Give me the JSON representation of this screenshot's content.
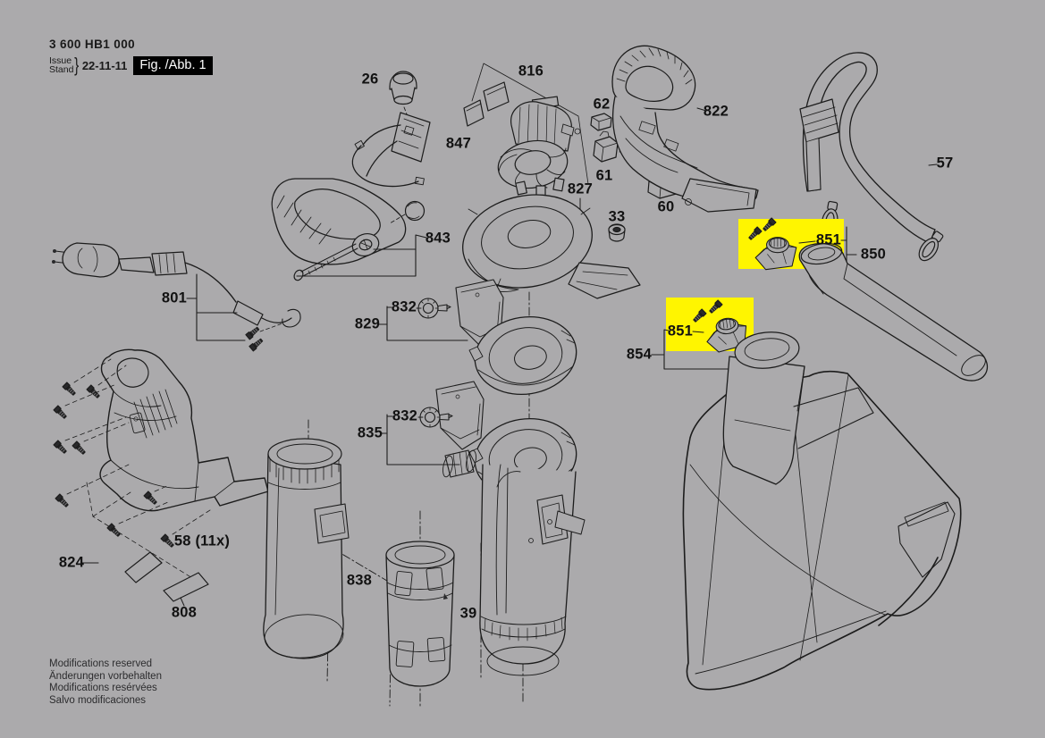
{
  "header": {
    "model": "3 600 HB1 000",
    "issue_label": "Issue",
    "stand_label": "Stand",
    "brace": "}",
    "date": "22-11-11",
    "figure": "Fig. /Abb. 1"
  },
  "footer": {
    "line1": "Modifications reserved",
    "line2": "Änderungen vorbehalten",
    "line3": "Modifications resérvées",
    "line4": "Salvo modificaciones"
  },
  "colors": {
    "background": "#ABAAAC",
    "line": "#1C1C1C",
    "highlight": "#FFF500",
    "figure_box_bg": "#000000",
    "figure_box_text": "#FFFFFF"
  },
  "parts": {
    "p26": {
      "label": "26"
    },
    "p847": {
      "label": "847"
    },
    "p816": {
      "label": "816"
    },
    "p62": {
      "label": "62"
    },
    "p61": {
      "label": "61"
    },
    "p822": {
      "label": "822"
    },
    "p57": {
      "label": "57"
    },
    "p60": {
      "label": "60"
    },
    "p827": {
      "label": "827"
    },
    "p33": {
      "label": "33"
    },
    "p851a": {
      "label": "851"
    },
    "p850": {
      "label": "850"
    },
    "p843": {
      "label": "843"
    },
    "p801": {
      "label": "801"
    },
    "p832a": {
      "label": "832"
    },
    "p829": {
      "label": "829"
    },
    "p851b": {
      "label": "851"
    },
    "p854": {
      "label": "854"
    },
    "p832b": {
      "label": "832"
    },
    "p835": {
      "label": "835"
    },
    "p58": {
      "label": "58 (11x)"
    },
    "p824": {
      "label": "824"
    },
    "p808": {
      "label": "808"
    },
    "p838": {
      "label": "838"
    },
    "p39": {
      "label": "39"
    }
  }
}
